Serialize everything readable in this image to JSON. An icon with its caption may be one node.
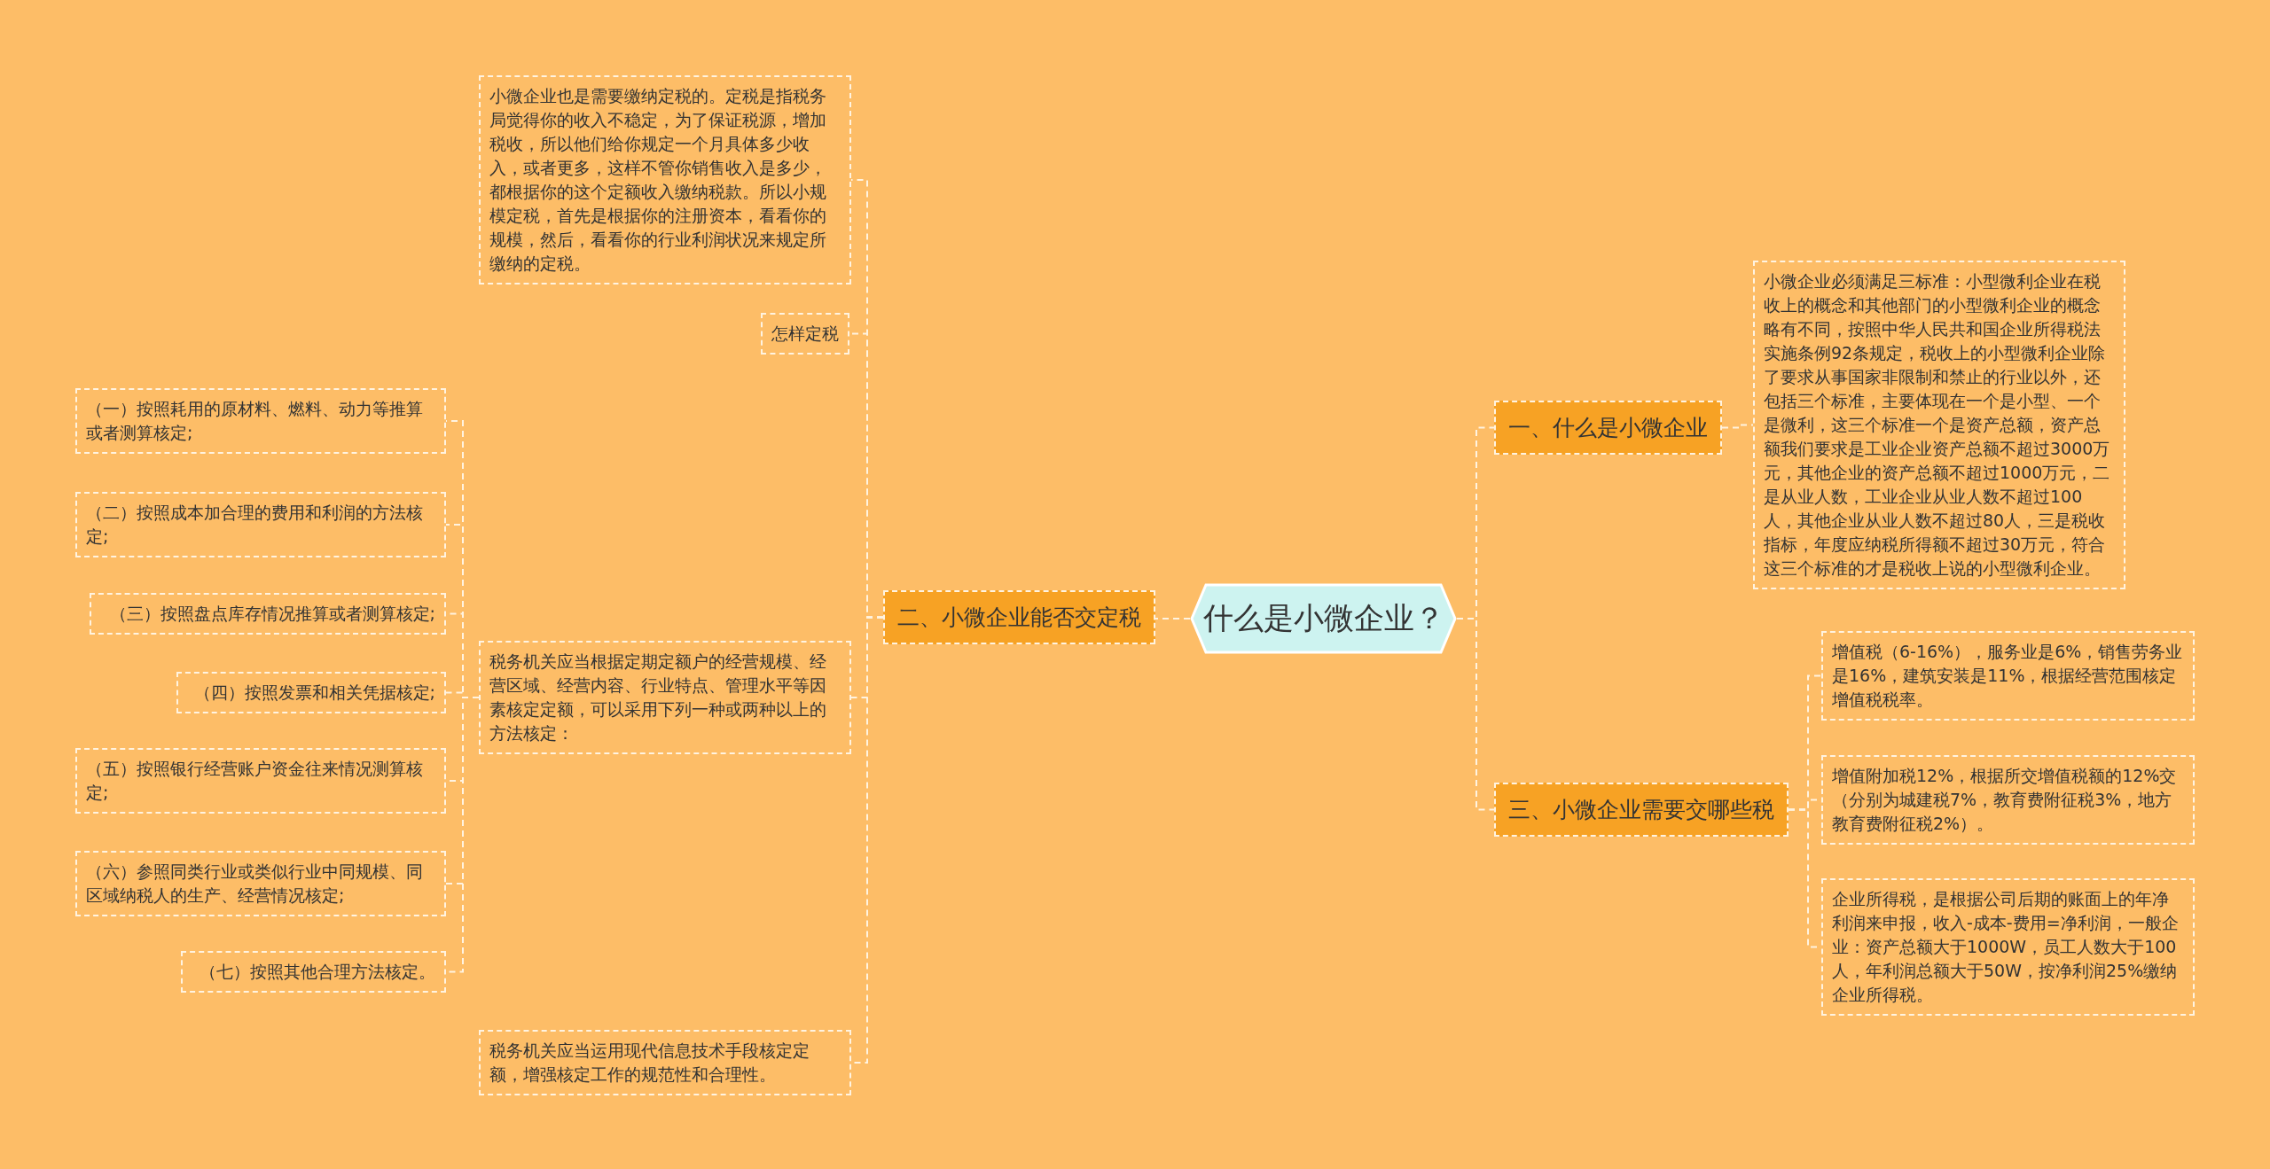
{
  "diagram": {
    "nodes": [
      {
        "text": [
          "什么是小微企业？"
        ]
      },
      {
        "text": [
          "一、什么是小微企业"
        ]
      },
      {
        "text": [
          "小微企业必须满足三标准：小型微利企业在税收上的概念和其他部门的小型微利企业的概念略有不同，按照中华人民共和国企业所得税法实施条例92条规定，税收上的小型微利企业除了要求从事国家非限制和禁止的行业以外，还包括三个标准，主要体现在一个是小型、一个是微利，这三个标准一个是资产总额，资产总额我们要求是工业企业资产总额不超过3000万元，其他企业的资产总额不超过1000万元，二是从业人数，工业企业从业人数不超过100人，其他企业从业人数不超过80人，三是税收指标，年度应纳税所得额不超过30万元，符合这三个标准的才是税收上说的小型微利企业。"
        ]
      },
      {
        "text": [
          "二、小微企业能否交定税"
        ]
      },
      {
        "text": [
          "小微企业也是需要缴纳定税的。定税是指税务局觉得你的收入不稳定，为了保证税源，增加税收，所以他们给你规定一个月具体多少收入，或者更多，这样不管你销售收入是多少，都根据你的这个定额收入缴纳税款。所以小规模定税，首先是根据你的注册资本，看看你的规模，然后，看看你的行业利润状况来规定所缴纳的定税。"
        ]
      },
      {
        "text": [
          "怎样定税"
        ]
      },
      {
        "text": [
          "税务机关应当根据定期定额户的经营规模、经营区域、经营内容、行业特点、管理水平等因素核定定额，可以采用下列一种或两种以上的方法核定："
        ]
      },
      {
        "text": [
          "（一）按照耗用的原材料、燃料、动力等推算或者测算核定;"
        ]
      },
      {
        "text": [
          "（二）按照成本加合理的费用和利润的方法核定;"
        ]
      },
      {
        "text": [
          "（三）按照盘点库存情况推算或者测算核定;"
        ]
      },
      {
        "text": [
          "（四）按照发票和相关凭据核定;"
        ]
      },
      {
        "text": [
          "（五）按照银行经营账户资金往来情况测算核定;"
        ]
      },
      {
        "text": [
          "（六）参照同类行业或类似行业中同规模、同区域纳税人的生产、经营情况核定;"
        ]
      },
      {
        "text": [
          "（七）按照其他合理方法核定。"
        ]
      },
      {
        "text": [
          "税务机关应当运用现代信息技术手段核定定额，增强核定工作的规范性和合理性。"
        ]
      },
      {
        "text": [
          "三、小微企业需要交哪些税"
        ]
      },
      {
        "text": [
          "增值税（6-16%），服务业是6%，销售劳务业是16%，建筑安装是11%，根据经营范围核定增值税税率。"
        ]
      },
      {
        "text": [
          "增值附加税12%，根据所交增值税额的12%交（分别为城建税7%，教育费附征税3%，地方教育费附征税2%）。"
        ]
      },
      {
        "text": [
          "企业所得税，是根据公司后期的账面上的年净利润来申报，收入-成本-费用=净利润，一般企业：资产总额大于1000W，员工人数大于100人，年利润总额大于50W，按净利润25%缴纳企业所得税。"
        ]
      }
    ],
    "edges": [
      {
        "from": 0,
        "to": 1,
        "arrow": "none"
      },
      {
        "from": 1,
        "to": 2,
        "arrow": "none"
      },
      {
        "from": 0,
        "to": 3,
        "arrow": "none"
      },
      {
        "from": 3,
        "to": 4,
        "arrow": "none"
      },
      {
        "from": 3,
        "to": 5,
        "arrow": "none"
      },
      {
        "from": 3,
        "to": 6,
        "arrow": "none"
      },
      {
        "from": 6,
        "to": 7,
        "arrow": "none"
      },
      {
        "from": 6,
        "to": 8,
        "arrow": "none"
      },
      {
        "from": 6,
        "to": 9,
        "arrow": "none"
      },
      {
        "from": 6,
        "to": 10,
        "arrow": "none"
      },
      {
        "from": 6,
        "to": 11,
        "arrow": "none"
      },
      {
        "from": 6,
        "to": 12,
        "arrow": "none"
      },
      {
        "from": 6,
        "to": 13,
        "arrow": "none"
      },
      {
        "from": 3,
        "to": 14,
        "arrow": "none"
      },
      {
        "from": 0,
        "to": 15,
        "arrow": "none"
      },
      {
        "from": 15,
        "to": 16,
        "arrow": "none"
      },
      {
        "from": 15,
        "to": 17,
        "arrow": "none"
      },
      {
        "from": 15,
        "to": 18,
        "arrow": "none"
      }
    ]
  }
}
